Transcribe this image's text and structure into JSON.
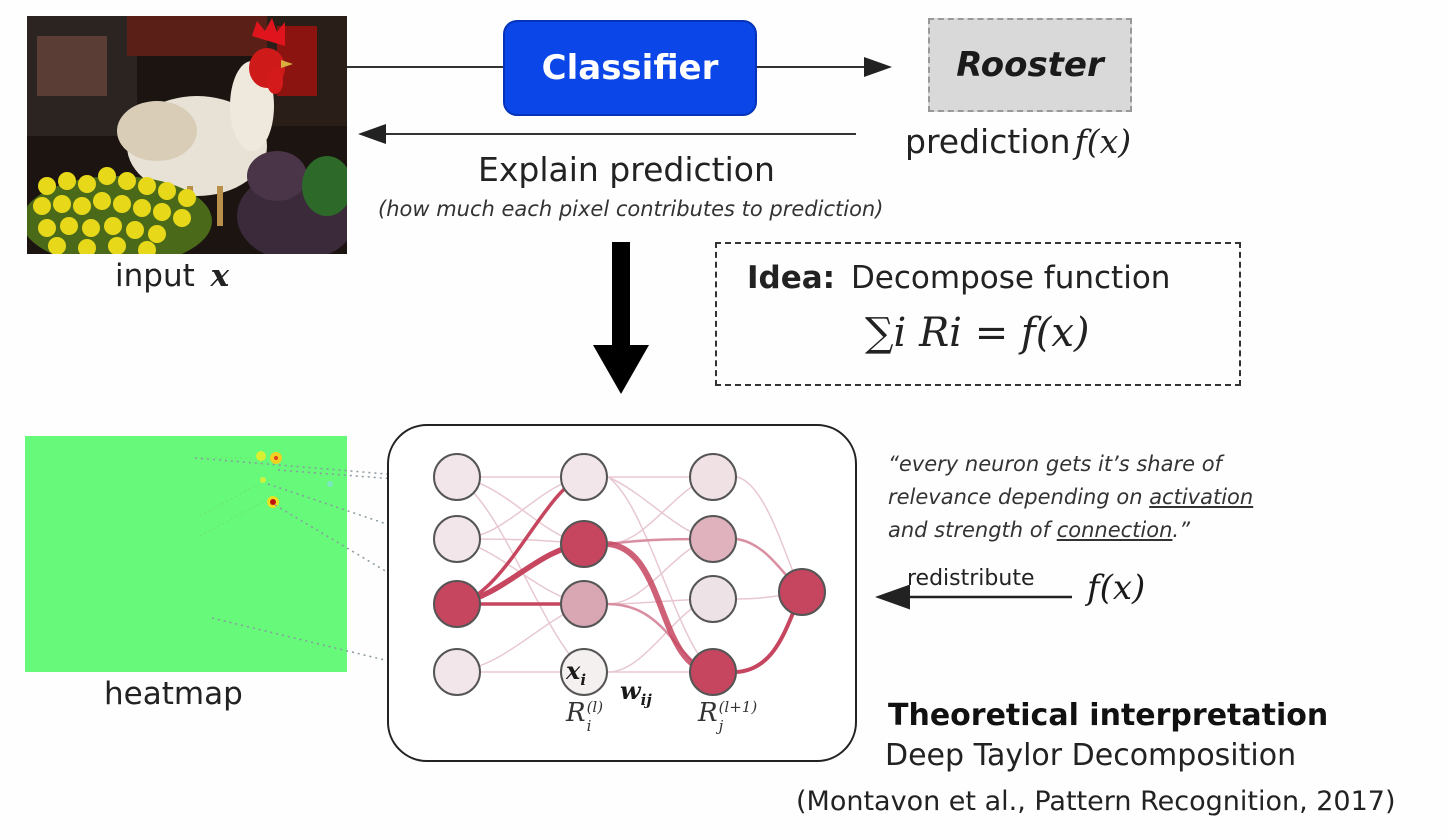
{
  "input_caption": "input",
  "input_symbol": "x",
  "classifier_label": "Classifier",
  "prediction_label": "Rooster",
  "prediction_caption": "prediction",
  "prediction_formula": "f(x)",
  "explain_title": "Explain prediction",
  "explain_subtitle": "(how much each pixel contributes to prediction)",
  "idea": {
    "bold": "Idea:",
    "text": "Decompose function",
    "formula": "∑i Ri = f(x)"
  },
  "heatmap_caption": "heatmap",
  "network": {
    "node_x_label": "x",
    "node_x_sub": "i",
    "weight_label": "w",
    "weight_sub": "ij",
    "relevance_i": "R",
    "relevance_i_sub": "i",
    "relevance_i_sup": "(l)",
    "relevance_j": "R",
    "relevance_j_sub": "j",
    "relevance_j_sup": "(l+1)"
  },
  "quote": {
    "line1": "“every neuron gets it’s share of",
    "line2_a": "relevance depending on ",
    "line2_b": "activation",
    "line3_a": "and strength of ",
    "line3_b": "connection",
    "line3_c": ".”"
  },
  "redistribute_label": "redistribute",
  "redistribute_formula": "f(x)",
  "theoretical_title": "Theoretical interpretation",
  "theoretical_method": "Deep Taylor Decomposition",
  "citation": "(Montavon et al., Pattern Recognition, 2017)",
  "colors": {
    "classifier_bg": "#0a46e8",
    "rooster_bg": "#d9d9d9",
    "heatmap_bg": "#66f97a",
    "relevance_strong": "#c6455f",
    "relevance_medium": "#d9a6b3",
    "relevance_weak": "#f1e4e8"
  }
}
